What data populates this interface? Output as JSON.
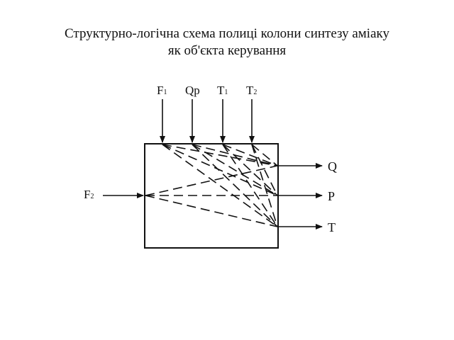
{
  "title": {
    "line1": "Структурно-логічна схема полиці колони синтезу аміаку",
    "line2": "як об'єкта керування"
  },
  "diagram": {
    "top_inputs": [
      {
        "main": "F",
        "sub": "1"
      },
      {
        "main": "Qp",
        "sub": ""
      },
      {
        "main": "T",
        "sub": "1"
      },
      {
        "main": "T",
        "sub": "2"
      }
    ],
    "left_input": {
      "main": "F",
      "sub": "2"
    },
    "outputs": [
      "Q",
      "P",
      "T"
    ]
  },
  "colors": {
    "line": "#111111",
    "background": "#ffffff"
  }
}
